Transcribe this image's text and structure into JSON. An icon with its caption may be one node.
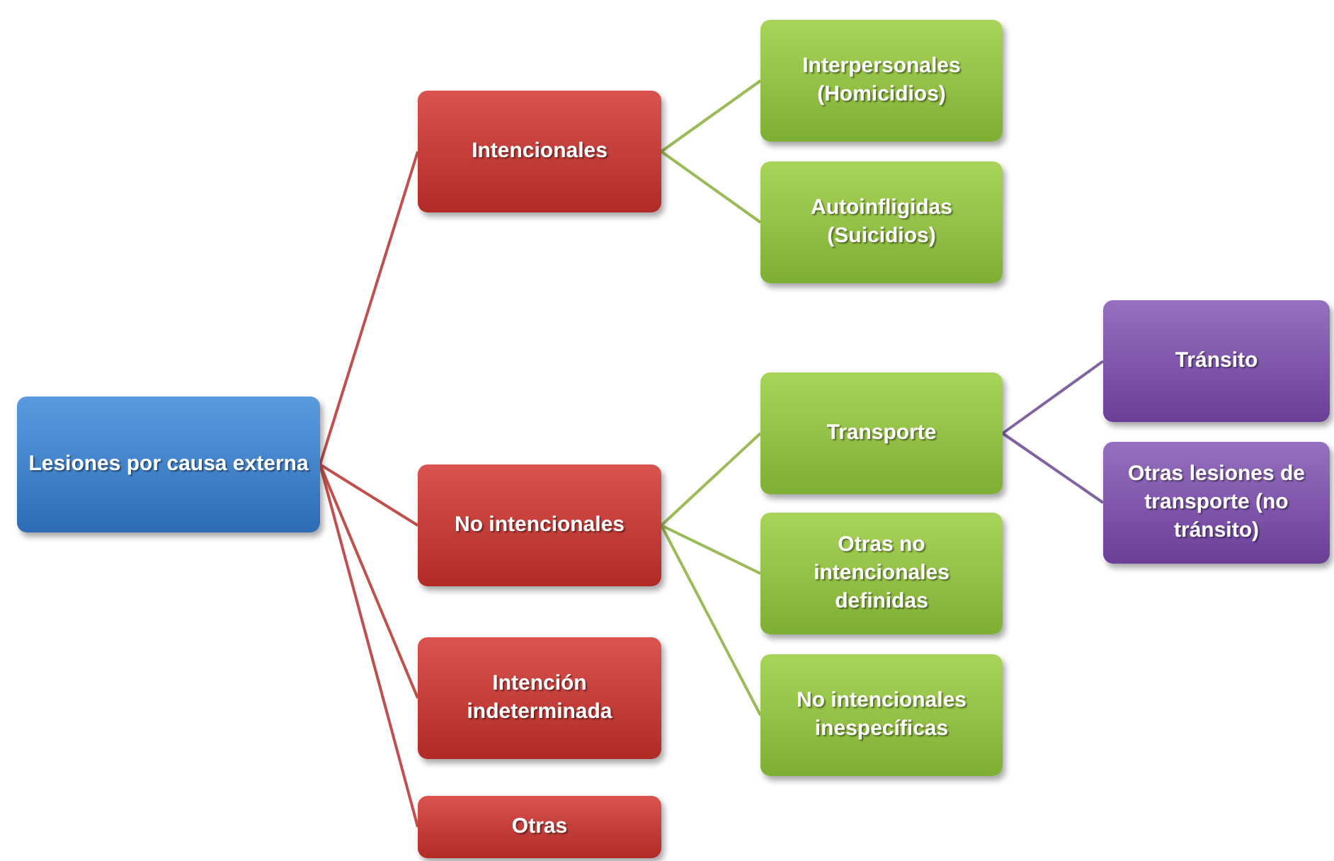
{
  "diagram": {
    "nodes": [
      {
        "text": [
          "Lesiones por causa externa"
        ]
      },
      {
        "text": [
          "Intencionales"
        ]
      },
      {
        "text": [
          "Interpersonales (Homicidios)"
        ]
      },
      {
        "text": [
          "Autoinfligidas (Suicidios)"
        ]
      },
      {
        "text": [
          "No intencionales"
        ]
      },
      {
        "text": [
          "Transporte"
        ]
      },
      {
        "text": [
          "Tránsito"
        ]
      },
      {
        "text": [
          "Otras lesiones de transporte (no tránsito)"
        ]
      },
      {
        "text": [
          "Otras no intencionales definidas"
        ]
      },
      {
        "text": [
          "No intencionales inespecíficas"
        ]
      },
      {
        "text": [
          "Intención indeterminada"
        ]
      },
      {
        "text": [
          "Otras"
        ]
      }
    ],
    "edges": [
      {
        "from": 0,
        "to": 1,
        "arrow": "none",
        "color": "#c0504d"
      },
      {
        "from": 0,
        "to": 4,
        "arrow": "none",
        "color": "#c0504d"
      },
      {
        "from": 0,
        "to": 10,
        "arrow": "none",
        "color": "#c0504d"
      },
      {
        "from": 0,
        "to": 11,
        "arrow": "none",
        "color": "#c0504d"
      },
      {
        "from": 1,
        "to": 2,
        "arrow": "none"
      },
      {
        "from": 1,
        "to": 3,
        "arrow": "none"
      },
      {
        "from": 4,
        "to": 5,
        "arrow": "none"
      },
      {
        "from": 4,
        "to": 8,
        "arrow": "none"
      },
      {
        "from": 4,
        "to": 9,
        "arrow": "none"
      },
      {
        "from": 5,
        "to": 6,
        "arrow": "none",
        "color": "#8064a2"
      },
      {
        "from": 5,
        "to": 7,
        "arrow": "none",
        "color": "#8064a2"
      }
    ]
  }
}
